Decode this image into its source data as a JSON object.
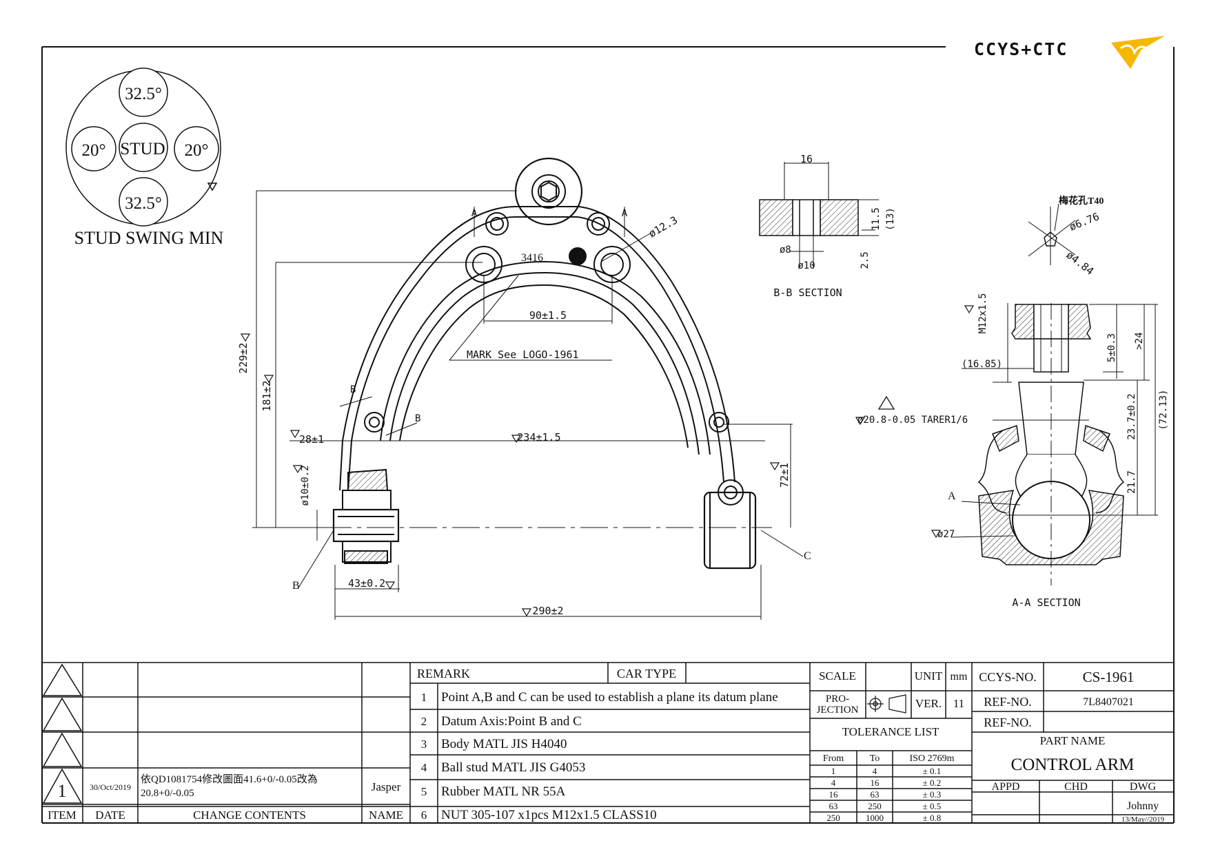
{
  "brand": {
    "logo_text": "CCYS+CTC",
    "accent": "#f5b800"
  },
  "stud_swing": {
    "title": "STUD SWING MIN",
    "center": "STUD",
    "top": "32.5°",
    "bottom": "32.5°",
    "left": "20°",
    "right": "20°"
  },
  "main_view": {
    "dims": {
      "d229": "229±2",
      "d181": "181±2",
      "d28": "28±1",
      "d10": "ø10±0.2",
      "d43": "43±0.2",
      "d290": "290±2",
      "d234": "234±1.5",
      "d90": "90±1.5",
      "d72": "72±1",
      "d123": "ø12.3"
    },
    "mark_label": "MARK See LOGO-1961",
    "mark_number": "3416",
    "labels": {
      "A1": "A",
      "A2": "A",
      "B1": "B",
      "B2": "B",
      "B3": "B",
      "C": "C"
    }
  },
  "bb_section": {
    "title": "B-B SECTION",
    "dims": {
      "w16": "16",
      "h115": "11.5",
      "h13": "(13)",
      "d8": "ø8",
      "d10": "ø10",
      "h25": "2.5"
    }
  },
  "torx": {
    "label": "梅花孔T40",
    "d676": "ø6.76",
    "d484": "ø4.84"
  },
  "aa_section": {
    "title": "A-A SECTION",
    "dims": {
      "m12": "M12x1.5",
      "d1685": "(16.85)",
      "d53": "5±0.3",
      "d24": ">24",
      "d237": "23.7±0.2",
      "d7213": "(72.13)",
      "d217": "21.7",
      "taper": "ø20.8-0.05 TARER1/6",
      "d27": "ø27",
      "a": "A"
    }
  },
  "revision": {
    "headers": {
      "item": "ITEM",
      "date": "DATE",
      "change": "CHANGE CONTENTS",
      "name": "NAME"
    },
    "row": {
      "item": "1",
      "date": "30/Oct/2019",
      "change1": "依QD1081754修改圖面41.6+0/-0.05改為",
      "change2": "20.8+0/-0.05",
      "name": "Jasper"
    }
  },
  "remarks": {
    "remark_label": "REMARK",
    "car_type_label": "CAR TYPE",
    "items": [
      {
        "n": "1",
        "text": "Point A,B and C can be used to establish a plane its datum plane"
      },
      {
        "n": "2",
        "text": "Datum Axis:Point B and C"
      },
      {
        "n": "3",
        "text": "Body MATL JIS H4040"
      },
      {
        "n": "4",
        "text": "Ball stud MATL JIS G4053"
      },
      {
        "n": "5",
        "text": "Rubber MATL NR 55A"
      },
      {
        "n": "6",
        "text": "NUT 305-107 x1pcs M12x1.5 CLASS10"
      }
    ]
  },
  "title_block": {
    "scale_label": "SCALE",
    "unit_label": "UNIT",
    "unit_value": "mm",
    "projection_label1": "PRO-",
    "projection_label2": "JECTION",
    "ver_label": "VER.",
    "ver_value": "11",
    "tolerance_title": "TOLERANCE LIST",
    "tol_headers": {
      "from": "From",
      "to": "To",
      "iso": "ISO 2769m"
    },
    "tolerances": [
      {
        "from": "1",
        "to": "4",
        "tol": "± 0.1"
      },
      {
        "from": "4",
        "to": "16",
        "tol": "± 0.2"
      },
      {
        "from": "16",
        "to": "63",
        "tol": "± 0.3"
      },
      {
        "from": "63",
        "to": "250",
        "tol": "± 0.5"
      },
      {
        "from": "250",
        "to": "1000",
        "tol": "± 0.8"
      }
    ],
    "ccys_no_label": "CCYS-NO.",
    "ccys_no": "CS-1961",
    "ref_no_label": "REF-NO.",
    "ref_no": "7L8407021",
    "ref_no_label2": "REF-NO.",
    "part_name_label": "PART NAME",
    "part_name": "CONTROL ARM",
    "appd": "APPD",
    "chd": "CHD",
    "dwg": "DWG",
    "drawer": "Johnny",
    "date": "13/May//2019"
  }
}
